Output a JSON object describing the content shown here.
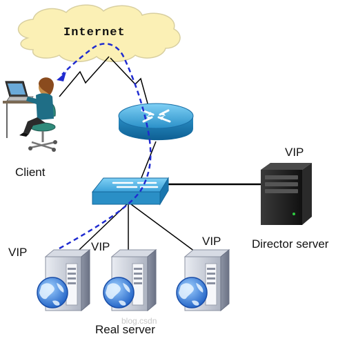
{
  "labels": {
    "internet": "Internet",
    "client": "Client",
    "director_vip": "VIP",
    "director": "Director server",
    "real_vip_1": "VIP",
    "real_vip_2": "VIP",
    "real_vip_3": "VIP",
    "real_server": "Real server",
    "watermark": "blog.csdn"
  },
  "colors": {
    "cloud_fill": "#fbf0b5",
    "cloud_stroke": "#d8cfa0",
    "router_blue": "#2a90c8",
    "switch_blue": "#3aa0d8",
    "packet_path": "#1f2bd0",
    "link_line": "#000000",
    "server_body": "#c8ccd6",
    "director_body": "#1c1c1c",
    "globe_blue": "#2f73d8"
  },
  "icons": [
    "cloud-icon",
    "client-person-icon",
    "router-icon",
    "switch-icon",
    "director-server-icon",
    "real-server-icon",
    "globe-icon"
  ]
}
